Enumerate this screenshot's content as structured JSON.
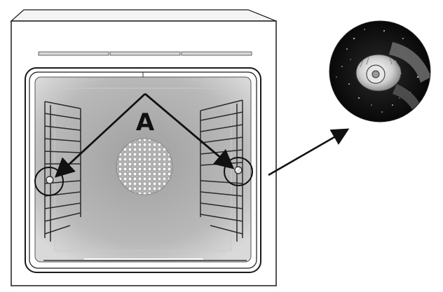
{
  "diagram": {
    "callout_label": "A",
    "colors": {
      "outline": "#1a1a1a",
      "cavity_fill": "#b7b7b7",
      "cavity_edge": "#e6e6e6",
      "fan_dot": "#9a9a9a",
      "photo_bg": "#0d0d0d"
    },
    "icons": [
      "oven-diagram",
      "fan-cover",
      "shelf-support-left",
      "shelf-support-right",
      "locating-screw-photo"
    ]
  }
}
